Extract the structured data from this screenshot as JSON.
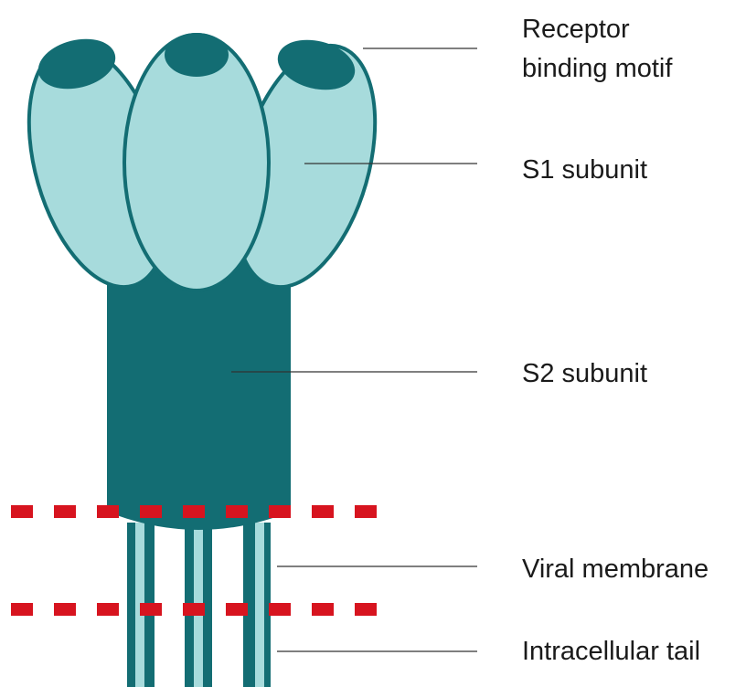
{
  "labels": {
    "receptor_line1": "Receptor",
    "receptor_line2": "binding motif",
    "s1": "S1 subunit",
    "s2": "S2 subunit",
    "membrane": "Viral membrane",
    "tail": "Intracellular tail"
  },
  "colors": {
    "dark_teal": "#136d73",
    "light_teal": "#a7dbdc",
    "outline": "#136d73",
    "membrane_dash": "#d7141f",
    "leader_line": "#333333"
  }
}
